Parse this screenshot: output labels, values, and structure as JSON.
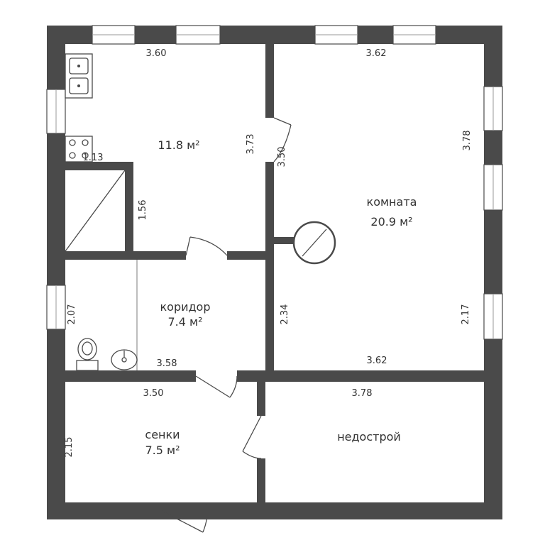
{
  "rooms": {
    "kitchen": {
      "area": "11.8 м²"
    },
    "main": {
      "name": "комната",
      "area": "20.9 м²"
    },
    "corridor": {
      "name": "коридор",
      "area": "7.4 м²"
    },
    "senki": {
      "name": "сенки",
      "area": "7.5 м²"
    },
    "unfinished": {
      "name": "недострой"
    }
  },
  "dimensions": {
    "kitchen_top": "3.60",
    "room_top": "3.62",
    "kitchen_right": "3.73",
    "room_left_upper": "3.50",
    "room_right_upper": "3.78",
    "stove_width": "1.13",
    "closet_height": "1.56",
    "bath_height": "2.07",
    "corridor_right": "2.34",
    "room_right_lower": "2.17",
    "corridor_bottom": "3.58",
    "room_bottom": "3.62",
    "senki_top": "3.50",
    "unfinished_top": "3.78",
    "senki_left": "2.15"
  }
}
